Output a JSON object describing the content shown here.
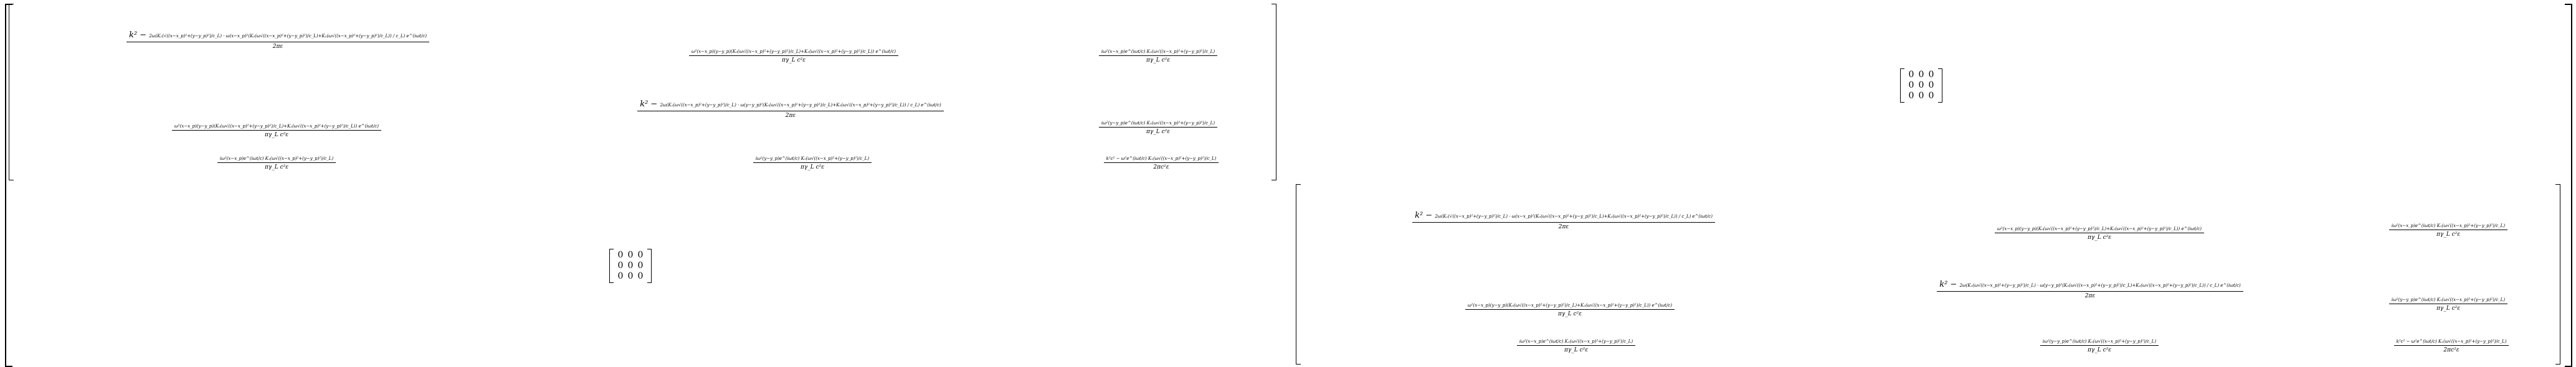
{
  "matrix": {
    "entries": {
      "m11": {
        "num": "2ω(K₁(√((x−x_p)²+(y−y_p)²)/c_L) · ω(x−x_p)²(K₀(ω√((x−x_p)²+(y−y_p)²)/c_L)+K₂(ω√((x−x_p)²+(y−y_p)²)/c_L)) / c_L) e^(iωt/c)",
        "lead": "k² −",
        "den": "2πε"
      },
      "m12": {
        "num": "ω²(x−x_p)(y−y_p)(K₀(ω√((x−x_p)²+(y−y_p)²)/c_L)+K₂(ω√((x−x_p)²+(y−y_p)²)/c_L)) e^(iωt/c)",
        "den": "πγ_L c²ε"
      },
      "m13": {
        "num": "iω²(x−x_p)e^(iωt/c) K₁(ω√((x−x_p)²+(y−y_p)²)/c_L)",
        "den": "πγ_L c²ε"
      },
      "m21": {
        "num": "ω²(x−x_p)(y−y_p)(K₀(ω√((x−x_p)²+(y−y_p)²)/c_L)+K₂(ω√((x−x_p)²+(y−y_p)²)/c_L)) e^(iωt/c)",
        "den": "πγ_L c²ε"
      },
      "m22": {
        "num": "2ω(K₁(ω√((x−x_p)²+(y−y_p)²)/c_L) · ω(y−y_p)²(K₀(ω√((x−x_p)²+(y−y_p)²)/c_L)+K₂(ω√((x−x_p)²+(y−y_p)²)/c_L)) / c_L) e^(iωt/c)",
        "lead": "k² −",
        "den": "2πε"
      },
      "m23": {
        "num": "iω²(y−y_p)e^(iωt/c) K₁(ω√((x−x_p)²+(y−y_p)²)/c_L)",
        "den": "πγ_L c²ε"
      },
      "m31": {
        "num": "iω²(x−x_p)e^(iωt/c) K₁(ω√((x−x_p)²+(y−y_p)²)/c_L)",
        "den": "πγ_L c²ε"
      },
      "m32": {
        "num": "iω²(y−y_p)e^(iωt/c) K₁(ω√((x−x_p)²+(y−y_p)²)/c_L)",
        "den": "πγ_L c²ε"
      },
      "m33": {
        "num": "k²c² − ω²e^(iωt/c) K₁(ω√((x−x_p)²+(y−y_p)²)/c_L)",
        "den": "2πc²ε"
      }
    },
    "zero_block": [
      "0",
      "0",
      "0",
      "0",
      "0",
      "0",
      "0",
      "0",
      "0"
    ]
  }
}
